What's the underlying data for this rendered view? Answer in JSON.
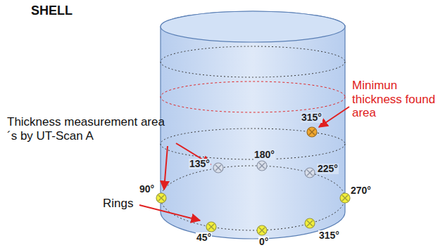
{
  "diagram": {
    "title": "SHELL",
    "labels": [
      "Thickness measurement area´s by UT-Scan A",
      "Rings",
      "Minimun thickness found area",
      "135°",
      "180°",
      "225°",
      "315°",
      "90°",
      "270°",
      "45°",
      "0°",
      "315°"
    ]
  }
}
